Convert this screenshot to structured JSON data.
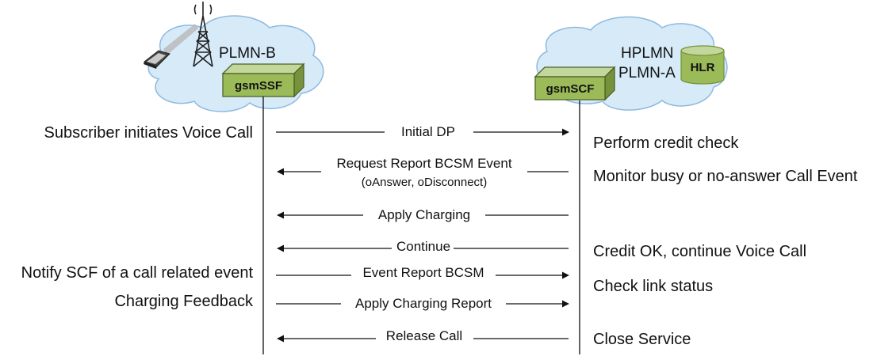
{
  "networks": {
    "left": {
      "name": "PLMN-B",
      "node": "gsmSSF"
    },
    "right": {
      "name_line1": "HPLMN",
      "name_line2": "PLMN-A",
      "node": "gsmSCF",
      "db": "HLR"
    }
  },
  "left_notes": [
    "Subscriber initiates Voice Call",
    "Notify SCF of a call related event",
    "Charging Feedback"
  ],
  "right_notes": [
    "Perform credit check",
    "Monitor busy or no-answer Call Event",
    "Credit OK, continue Voice Call",
    "Check link status",
    "Close Service"
  ],
  "messages": [
    {
      "label": "Initial DP",
      "sub": "",
      "direction": "right"
    },
    {
      "label": "Request Report BCSM Event",
      "sub": "(oAnswer, oDisconnect)",
      "direction": "left"
    },
    {
      "label": "Apply Charging",
      "sub": "",
      "direction": "left"
    },
    {
      "label": "Continue",
      "sub": "",
      "direction": "left"
    },
    {
      "label": "Event Report BCSM",
      "sub": "",
      "direction": "right"
    },
    {
      "label": "Apply Charging Report",
      "sub": "",
      "direction": "right"
    },
    {
      "label": "Release Call",
      "sub": "",
      "direction": "left"
    }
  ],
  "colors": {
    "cloud_fill": "#d6eaf8",
    "cloud_stroke": "#8fb9e0",
    "box_front": "#9bbb59",
    "box_top": "#c3d69b",
    "box_side": "#76923c",
    "box_stroke": "#4f6228",
    "db_fill": "#b5cf7a",
    "line": "#111111"
  },
  "icons": {
    "tower": "radio-tower-icon",
    "phone": "mobile-phone-icon",
    "db": "database-icon"
  }
}
